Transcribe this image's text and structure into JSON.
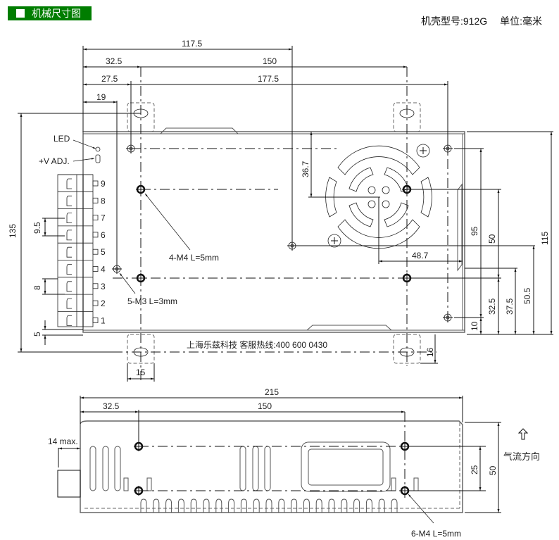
{
  "header": {
    "title": "机械尺寸图",
    "case_label": "机壳型号:912G",
    "unit_label": "单位:毫米"
  },
  "top_view": {
    "dims": {
      "d117_5": "117.5",
      "d32_5": "32.5",
      "d150": "150",
      "d27_5": "27.5",
      "d177_5": "177.5",
      "d19": "19",
      "d135": "135",
      "d9_5": "9.5",
      "d8": "8",
      "d5": "5",
      "d36_7": "36.7",
      "d48_7": "48.7",
      "d95": "95",
      "d50": "50",
      "d115": "115",
      "d32_5b": "32.5",
      "d37_5": "37.5",
      "d50_5": "50.5",
      "d10": "10",
      "d16": "16",
      "d15": "15"
    },
    "labels": {
      "led": "LED",
      "vadj": "+V ADJ.",
      "m4": "4-M4 L=5mm",
      "m3": "5-M3 L=3mm",
      "hotline": "上海乐兹科技 客服热线:400 600 0430"
    },
    "terminals": [
      "9",
      "8",
      "7",
      "6",
      "5",
      "4",
      "3",
      "2",
      "1"
    ]
  },
  "side_view": {
    "dims": {
      "d215": "215",
      "d32_5": "32.5",
      "d150": "150",
      "d14max": "14 max.",
      "d25": "25",
      "d50": "50"
    },
    "labels": {
      "m4": "6-M4 L=5mm",
      "airflow": "气流方向"
    }
  }
}
